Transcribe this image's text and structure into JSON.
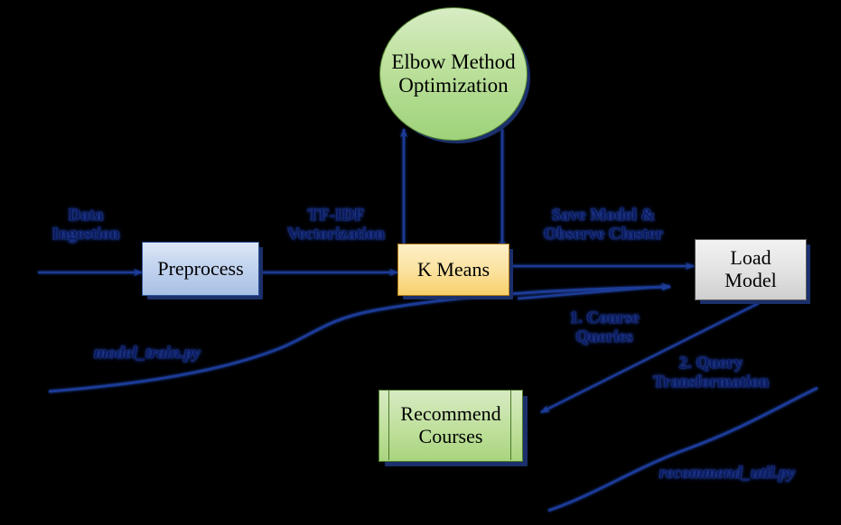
{
  "diagram": {
    "title": "Course Recommendation System Pipeline",
    "background_color": "#000000",
    "edge_color": "#16307f",
    "label_color": "#0b1a5e"
  },
  "nodes": {
    "elbow": {
      "label": "Elbow Method\nOptimization",
      "shape": "ellipse",
      "fill": "#bfe29f"
    },
    "preprocess": {
      "label": "Preprocess",
      "shape": "rectangle",
      "fill": "#c3d4ef"
    },
    "kmeans": {
      "label": "K Means",
      "shape": "rectangle",
      "fill": "#fbe19c"
    },
    "load_model": {
      "label": "Load\nModel",
      "shape": "rectangle",
      "fill": "#e3e3e3"
    },
    "recommend": {
      "label": "Recommend\nCourses",
      "shape": "predefined-process",
      "fill": "#bfe09c"
    }
  },
  "edge_labels": {
    "data_ingestion": "Data\nIngestion",
    "tfidf": "TF-IDF\nVectorization",
    "save_model": "Save Model &\nObserve Cluster",
    "course_queries": "1. Course\nQueries",
    "query_transformation": "2. Query\nTransformation",
    "model_train_script": "model_train.py",
    "recommend_util_script": "recommend_util.py"
  }
}
